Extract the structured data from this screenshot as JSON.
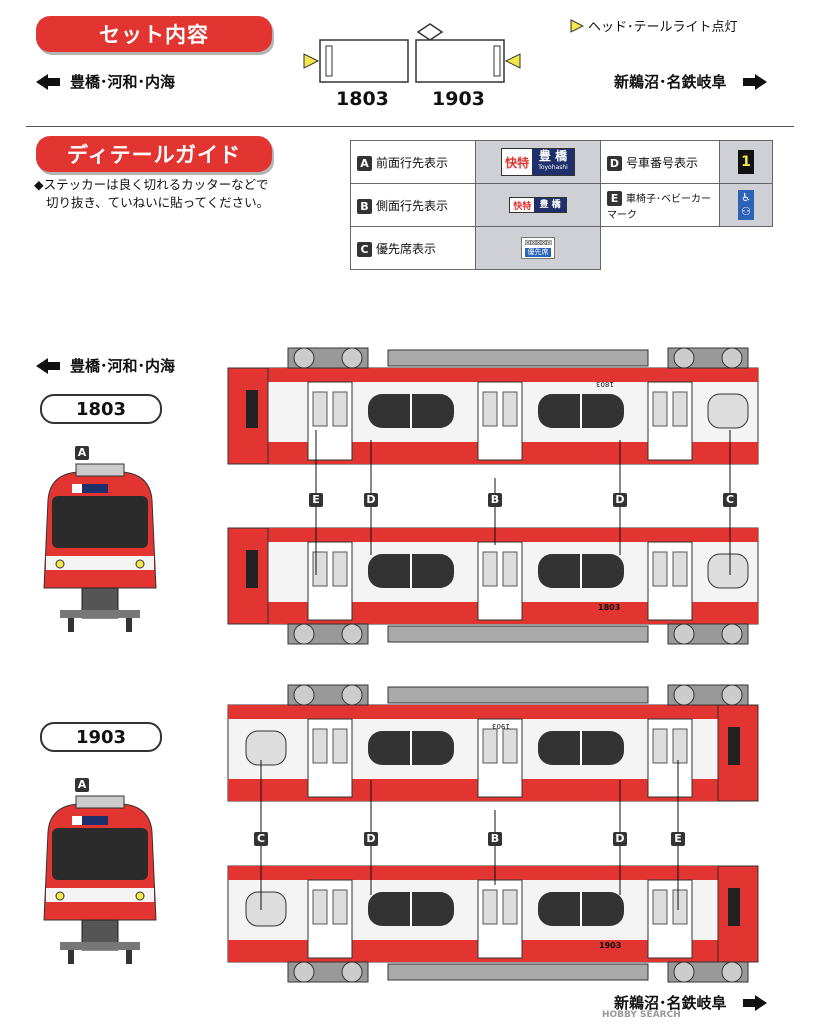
{
  "set_banner": "セット内容",
  "detail_banner": "ディテールガイド",
  "headlight_legend": "ヘッド･テールライト点灯",
  "dir_left": "豊橋･河和･内海",
  "dir_right": "新鵜沼･名鉄岐阜",
  "car_1803": "1803",
  "car_1903": "1903",
  "note_line1": "◆ステッカーは良く切れるカッターなどで",
  "note_line2": "切り抜き、ていねいに貼ってください。",
  "guide": {
    "a_key": "A",
    "a_label": "前面行先表示",
    "b_key": "B",
    "b_label": "側面行先表示",
    "c_key": "C",
    "c_label": "優先席表示",
    "d_key": "D",
    "d_label": "号車番号表示",
    "e_key": "E",
    "e_label": "車椅子･ベビーカーマーク",
    "a_type": "快特",
    "a_dest": "豊 橋",
    "a_dest_roman": "Toyohashi",
    "b_type": "快特",
    "b_dest": "豊 橋",
    "c_text": "優先席",
    "d_number": "1"
  },
  "callouts": {
    "a": "A",
    "b": "B",
    "c": "C",
    "d": "D",
    "e": "E"
  },
  "car_num_side": "1803",
  "car_num_side2": "1903",
  "watermark": "HOBBY SEARCH",
  "colors": {
    "red": "#e23430",
    "body_white": "#f4f4f4",
    "navy": "#1f2f6b",
    "yellow": "#f2e64a"
  }
}
